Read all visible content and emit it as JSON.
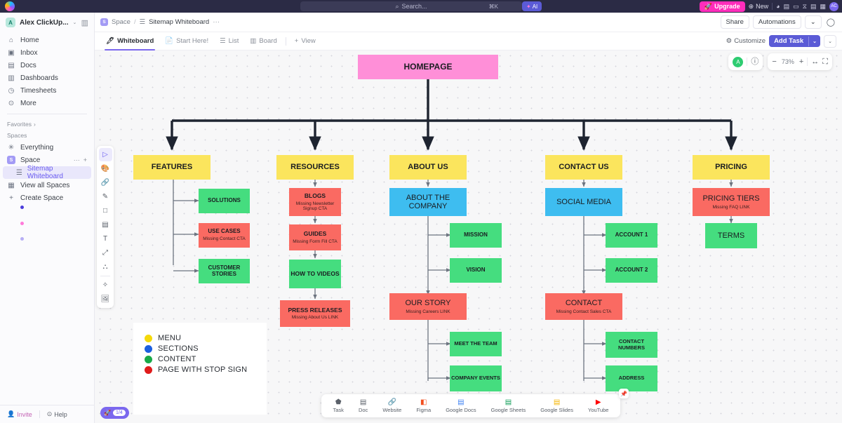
{
  "topbar": {
    "logo": "clickup-logo-icon",
    "search": {
      "placeholder": "Search...",
      "shortcut": "⌘K"
    },
    "ai_label": "AI",
    "upgrade_label": "Upgrade",
    "new_label": "New",
    "icons": [
      "check-circle-icon",
      "archive-icon",
      "video-icon",
      "timer-icon",
      "doc-icon",
      "apps-grid-icon"
    ],
    "avatar": "AC"
  },
  "sidebar": {
    "workspace": {
      "badge": "A",
      "name": "Alex ClickUp...",
      "chevron": "⌄",
      "panel_icon": "sidebar-toggle-icon"
    },
    "nav": [
      {
        "icon": "home-icon",
        "label": "Home"
      },
      {
        "icon": "inbox-icon",
        "label": "Inbox"
      },
      {
        "icon": "docs-icon",
        "label": "Docs"
      },
      {
        "icon": "dashboards-icon",
        "label": "Dashboards"
      },
      {
        "icon": "timesheets-icon",
        "label": "Timesheets"
      },
      {
        "icon": "more-icon",
        "label": "More"
      }
    ],
    "favorites_label": "Favorites",
    "spaces_label": "Spaces",
    "spaces": [
      {
        "icon": "everything-icon",
        "label": "Everything"
      },
      {
        "icon": "space-badge",
        "badge": "S",
        "label": "Space"
      }
    ],
    "active_child": {
      "icon": "list-lines-icon",
      "label": "Sitemap Whiteboard"
    },
    "view_all_label": "View all Spaces",
    "create_space_label": "Create Space",
    "bottom": {
      "invite": "Invite",
      "help": "Help"
    }
  },
  "header": {
    "breadcrumb": {
      "badge": "S",
      "space": "Space",
      "separator": "/",
      "current": "Sitemap Whiteboard",
      "dots": "···"
    },
    "share_label": "Share",
    "automations_label": "Automations",
    "chevron": "⌄",
    "comment_icon": "comment-icon"
  },
  "tabbar": {
    "tabs": [
      {
        "icon": "whiteboard-icon",
        "label": "Whiteboard",
        "active": true
      },
      {
        "icon": "start-here-icon",
        "label": "Start Here!",
        "active": false
      },
      {
        "icon": "list-icon",
        "label": "List",
        "active": false
      },
      {
        "icon": "board-icon",
        "label": "Board",
        "active": false
      }
    ],
    "add_view_label": "View",
    "add_view_plus": "+",
    "customize_label": "Customize",
    "add_task_label": "Add Task",
    "add_task_chevron": "⌄",
    "more_chevron": "⌄"
  },
  "canvas": {
    "zoom": {
      "avatar": "A",
      "info_icon": "info-icon",
      "minus": "−",
      "level": "73%",
      "plus": "+",
      "fit_icon": "fit-width-icon",
      "expand_icon": "fullscreen-icon"
    },
    "rocket": {
      "icon": "rocket-icon",
      "count": "1/4"
    }
  },
  "palette": {
    "tools": [
      {
        "icon": "cursor-select-icon",
        "active": true
      },
      {
        "icon": "ai-palette-icon",
        "active": false
      },
      {
        "icon": "link-icon",
        "active": false
      },
      {
        "icon": "pen-icon",
        "active": false
      },
      {
        "icon": "shape-square-icon",
        "active": false
      },
      {
        "icon": "sticky-note-icon",
        "active": false
      },
      {
        "icon": "text-icon",
        "active": false
      },
      {
        "icon": "connector-icon",
        "active": false
      },
      {
        "icon": "mindmap-icon",
        "active": false
      },
      {
        "icon": "magic-wand-icon",
        "active": false
      },
      {
        "icon": "image-icon",
        "active": false
      }
    ],
    "dots": [
      "#4b3ddb",
      "#ff7ad9",
      "#b7aef5"
    ]
  },
  "legend": {
    "items": [
      {
        "color": "#f5d90a",
        "label": "MENU"
      },
      {
        "color": "#1b5fe0",
        "label": "SECTIONS"
      },
      {
        "color": "#18a948",
        "label": "CONTENT"
      },
      {
        "color": "#e01b1b",
        "label": "PAGE WITH STOP SIGN"
      }
    ]
  },
  "dock": {
    "items": [
      {
        "icon": "task-icon",
        "label": "Task"
      },
      {
        "icon": "doc-icon",
        "label": "Doc"
      },
      {
        "icon": "website-link-icon",
        "label": "Website"
      },
      {
        "icon": "figma-icon",
        "label": "Figma"
      },
      {
        "icon": "google-docs-icon",
        "label": "Google Docs"
      },
      {
        "icon": "google-sheets-icon",
        "label": "Google Sheets"
      },
      {
        "icon": "google-slides-icon",
        "label": "Google Slides"
      },
      {
        "icon": "youtube-icon",
        "label": "YouTube"
      }
    ],
    "pin_icon": "pin-icon"
  },
  "sitemap": {
    "root": {
      "title": "HOMEPAGE",
      "type": "homepage"
    },
    "nodes": [
      {
        "title": "FEATURES",
        "sub": "",
        "type": "menu"
      },
      {
        "title": "SOLUTIONS",
        "sub": "",
        "type": "content"
      },
      {
        "title": "USE CASES",
        "sub": "Missing Contact CTA",
        "type": "stop"
      },
      {
        "title": "CUSTOMER STORIES",
        "sub": "",
        "type": "content"
      },
      {
        "title": "RESOURCES",
        "sub": "",
        "type": "menu"
      },
      {
        "title": "BLOGS",
        "sub": "Missing Newsletter Signup CTA",
        "type": "stop"
      },
      {
        "title": "GUIDES",
        "sub": "Missing Form Fill CTA",
        "type": "stop"
      },
      {
        "title": "HOW TO VIDEOS",
        "sub": "",
        "type": "content"
      },
      {
        "title": "PRESS RELEASES",
        "sub": "Missing About Us LINK",
        "type": "stop"
      },
      {
        "title": "ABOUT US",
        "sub": "",
        "type": "menu"
      },
      {
        "title": "ABOUT THE COMPANY",
        "sub": "",
        "type": "section"
      },
      {
        "title": "MISSION",
        "sub": "",
        "type": "content"
      },
      {
        "title": "VISION",
        "sub": "",
        "type": "content"
      },
      {
        "title": "OUR STORY",
        "sub": "Missing Careers LINK",
        "type": "stop"
      },
      {
        "title": "MEET THE TEAM",
        "sub": "",
        "type": "content"
      },
      {
        "title": "COMPANY EVENTS",
        "sub": "",
        "type": "content"
      },
      {
        "title": "CONTACT US",
        "sub": "",
        "type": "menu"
      },
      {
        "title": "SOCIAL MEDIA",
        "sub": "",
        "type": "section"
      },
      {
        "title": "ACCOUNT 1",
        "sub": "",
        "type": "content"
      },
      {
        "title": "ACCOUNT 2",
        "sub": "",
        "type": "content"
      },
      {
        "title": "CONTACT",
        "sub": "Missing Contact Sales CTA",
        "type": "stop"
      },
      {
        "title": "CONTACT NUMBERS",
        "sub": "",
        "type": "content"
      },
      {
        "title": "ADDRESS",
        "sub": "",
        "type": "content"
      },
      {
        "title": "PRICING",
        "sub": "",
        "type": "menu"
      },
      {
        "title": "PRICING TIERS",
        "sub": "Missing FAQ LINK",
        "type": "stop"
      },
      {
        "title": "TERMS",
        "sub": "",
        "type": "content"
      }
    ]
  }
}
